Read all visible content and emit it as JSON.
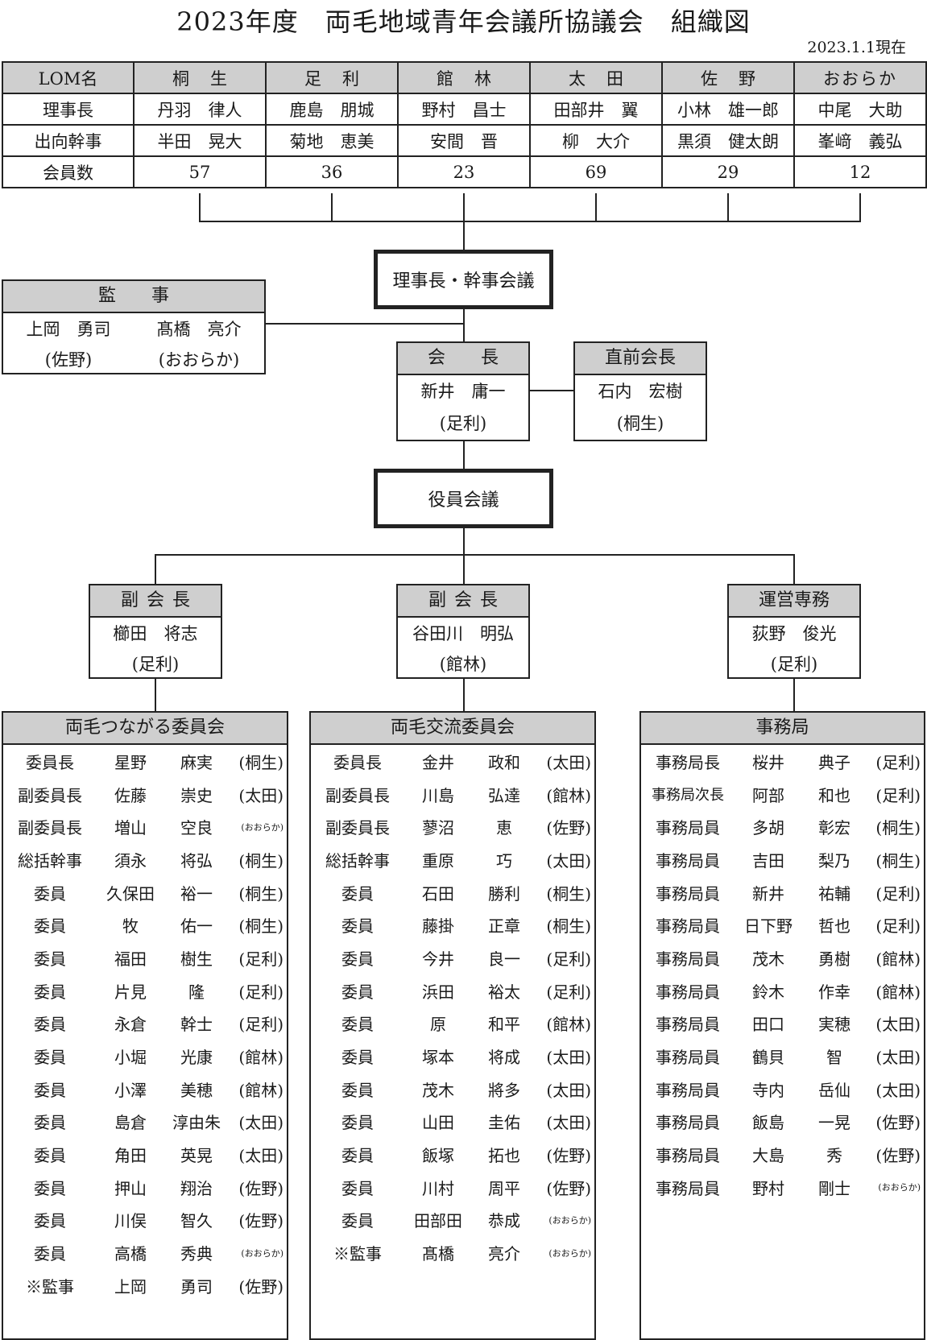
{
  "title": "2023年度　両毛地域青年会議所協議会　組織図",
  "as_of": "2023.1.1現在",
  "lom_table": {
    "header_label": "LOM名",
    "row_labels": [
      "理事長",
      "出向幹事",
      "会員数"
    ],
    "loms": [
      {
        "name": "桐生",
        "chairman": "丹羽　律人",
        "secretary": "半田　晃大",
        "members": "57"
      },
      {
        "name": "足利",
        "chairman": "鹿島　朋城",
        "secretary": "菊地　恵美",
        "members": "36"
      },
      {
        "name": "館林",
        "chairman": "野村　昌士",
        "secretary": "安間　晋",
        "members": "23"
      },
      {
        "name": "太田",
        "chairman": "田部井　翼",
        "secretary": "柳　大介",
        "members": "69"
      },
      {
        "name": "佐野",
        "chairman": "小林　雄一郎",
        "secretary": "黒須　健太朗",
        "members": "29"
      },
      {
        "name": "おおらか",
        "chairman": "中尾　大助",
        "secretary": "峯﨑　義弘",
        "members": "12"
      }
    ]
  },
  "board_meeting": "理事長・幹事会議",
  "auditor": {
    "title": "監　　事",
    "names": [
      "上岡　勇司",
      "髙橋　亮介"
    ],
    "loms": [
      "(佐野)",
      "(おおらか)"
    ]
  },
  "president": {
    "title": "会　　長",
    "name": "新井　庸一",
    "lom": "(足利)"
  },
  "past_president": {
    "title": "直前会長",
    "name": "石内　宏樹",
    "lom": "(桐生)"
  },
  "officers_meeting": "役員会議",
  "vice_presidents": [
    {
      "title": "副会長",
      "name": "櫛田　将志",
      "lom": "(足利)"
    },
    {
      "title": "副会長",
      "name": "谷田川　明弘",
      "lom": "(館林)"
    }
  ],
  "managing_director": {
    "title": "運営専務",
    "name": "荻野　俊光",
    "lom": "(足利)"
  },
  "committees": [
    {
      "name": "両毛つながる委員会",
      "members": [
        [
          "委員長",
          "星野",
          "麻実",
          "(桐生)"
        ],
        [
          "副委員長",
          "佐藤",
          "崇史",
          "(太田)"
        ],
        [
          "副委員長",
          "増山",
          "空良",
          "(おおらか)"
        ],
        [
          "総括幹事",
          "須永",
          "将弘",
          "(桐生)"
        ],
        [
          "委員",
          "久保田",
          "裕一",
          "(桐生)"
        ],
        [
          "委員",
          "牧",
          "佑一",
          "(桐生)"
        ],
        [
          "委員",
          "福田",
          "樹生",
          "(足利)"
        ],
        [
          "委員",
          "片見",
          "隆",
          "(足利)"
        ],
        [
          "委員",
          "永倉",
          "幹士",
          "(足利)"
        ],
        [
          "委員",
          "小堀",
          "光康",
          "(館林)"
        ],
        [
          "委員",
          "小澤",
          "美穂",
          "(館林)"
        ],
        [
          "委員",
          "島倉",
          "淳由朱",
          "(太田)"
        ],
        [
          "委員",
          "角田",
          "英晃",
          "(太田)"
        ],
        [
          "委員",
          "押山",
          "翔治",
          "(佐野)"
        ],
        [
          "委員",
          "川俣",
          "智久",
          "(佐野)"
        ],
        [
          "委員",
          "高橋",
          "秀典",
          "(おおらか)"
        ],
        [
          "※監事",
          "上岡",
          "勇司",
          "(佐野)"
        ]
      ]
    },
    {
      "name": "両毛交流委員会",
      "members": [
        [
          "委員長",
          "金井",
          "政和",
          "(太田)"
        ],
        [
          "副委員長",
          "川島",
          "弘達",
          "(館林)"
        ],
        [
          "副委員長",
          "蓼沼",
          "恵",
          "(佐野)"
        ],
        [
          "総括幹事",
          "重原",
          "巧",
          "(太田)"
        ],
        [
          "委員",
          "石田",
          "勝利",
          "(桐生)"
        ],
        [
          "委員",
          "藤掛",
          "正章",
          "(桐生)"
        ],
        [
          "委員",
          "今井",
          "良一",
          "(足利)"
        ],
        [
          "委員",
          "浜田",
          "裕太",
          "(足利)"
        ],
        [
          "委員",
          "原",
          "和平",
          "(館林)"
        ],
        [
          "委員",
          "塚本",
          "将成",
          "(太田)"
        ],
        [
          "委員",
          "茂木",
          "將多",
          "(太田)"
        ],
        [
          "委員",
          "山田",
          "圭佑",
          "(太田)"
        ],
        [
          "委員",
          "飯塚",
          "拓也",
          "(佐野)"
        ],
        [
          "委員",
          "川村",
          "周平",
          "(佐野)"
        ],
        [
          "委員",
          "田部田",
          "恭成",
          "(おおらか)"
        ],
        [
          "※監事",
          "髙橋",
          "亮介",
          "(おおらか)"
        ]
      ]
    },
    {
      "name": "事務局",
      "members": [
        [
          "事務局長",
          "桜井",
          "典子",
          "(足利)"
        ],
        [
          "事務局次長",
          "阿部",
          "和也",
          "(足利)"
        ],
        [
          "事務局員",
          "多胡",
          "彰宏",
          "(桐生)"
        ],
        [
          "事務局員",
          "吉田",
          "梨乃",
          "(桐生)"
        ],
        [
          "事務局員",
          "新井",
          "祐輔",
          "(足利)"
        ],
        [
          "事務局員",
          "日下野",
          "哲也",
          "(足利)"
        ],
        [
          "事務局員",
          "茂木",
          "勇樹",
          "(館林)"
        ],
        [
          "事務局員",
          "鈴木",
          "作幸",
          "(館林)"
        ],
        [
          "事務局員",
          "田口",
          "実穂",
          "(太田)"
        ],
        [
          "事務局員",
          "鶴貝",
          "智",
          "(太田)"
        ],
        [
          "事務局員",
          "寺内",
          "岳仙",
          "(太田)"
        ],
        [
          "事務局員",
          "飯島",
          "一晃",
          "(佐野)"
        ],
        [
          "事務局員",
          "大島",
          "秀",
          "(佐野)"
        ],
        [
          "事務局員",
          "野村",
          "剛士",
          "(おおらか)"
        ]
      ]
    }
  ]
}
